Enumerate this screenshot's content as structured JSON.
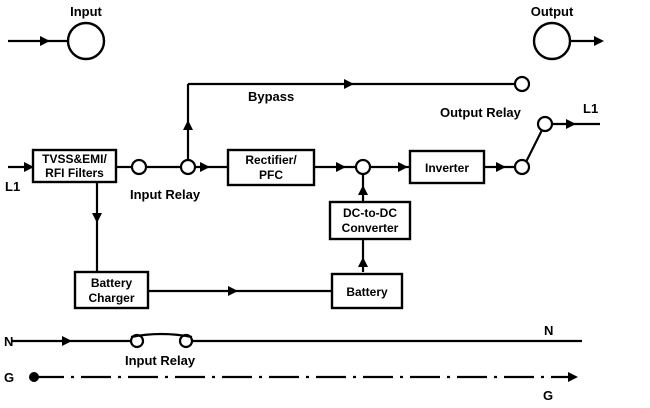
{
  "legend": {
    "input": "Input",
    "output": "Output"
  },
  "labels": {
    "bypass": "Bypass",
    "output_relay": "Output Relay",
    "l1_in": "L1",
    "l1_out": "L1",
    "input_relay": "Input Relay",
    "input_relay_neutral": "Input Relay",
    "n_left": "N",
    "n_right": "N",
    "g_left": "G",
    "g_right": "G"
  },
  "boxes": {
    "filters": [
      "TVSS&EMI/",
      "RFI Filters"
    ],
    "rectifier": [
      "Rectifier/",
      "PFC"
    ],
    "inverter": [
      "Inverter"
    ],
    "dcdc": [
      "DC-to-DC",
      "Converter"
    ],
    "charger": [
      "Battery",
      "Charger"
    ],
    "battery": [
      "Battery"
    ]
  }
}
